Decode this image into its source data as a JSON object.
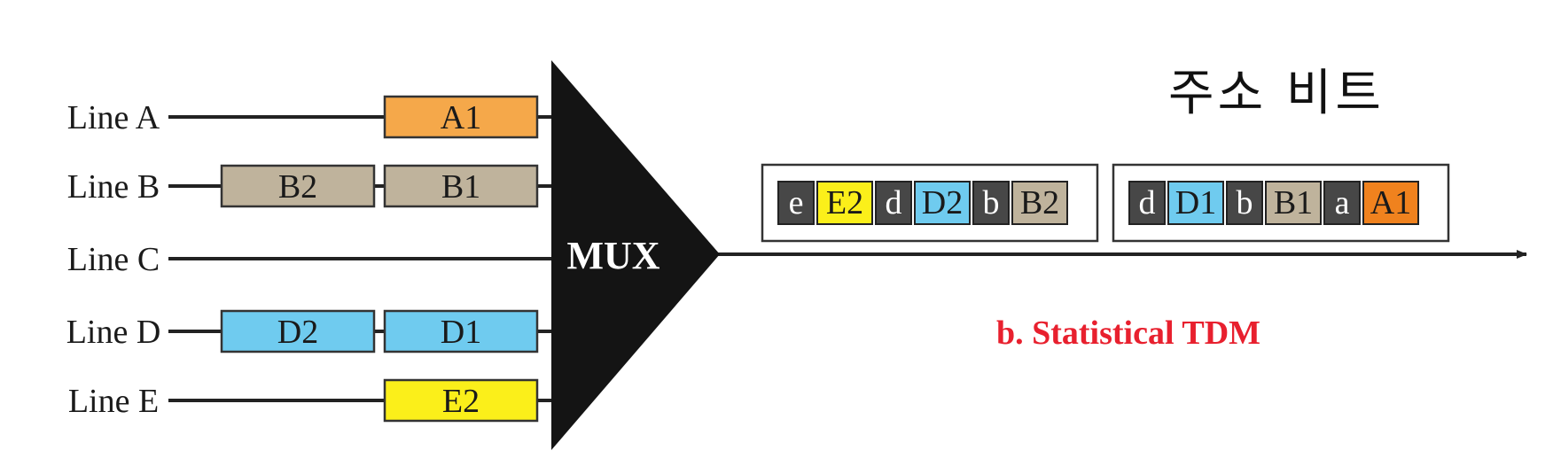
{
  "colors": {
    "line": "#222222",
    "mux": "#141414",
    "address_slot": "#474747",
    "A": "#F5A84A",
    "B": "#BFB39C",
    "D": "#6FCBEF",
    "E": "#FBEF1A",
    "A_output": "#F0821E",
    "caption": "#E8202E"
  },
  "lines": [
    {
      "label": "Line A",
      "units": [
        {
          "text": "A1",
          "color_key": "A"
        }
      ]
    },
    {
      "label": "Line B",
      "units": [
        {
          "text": "B2",
          "color_key": "B"
        },
        {
          "text": "B1",
          "color_key": "B"
        }
      ]
    },
    {
      "label": "Line C",
      "units": []
    },
    {
      "label": "Line D",
      "units": [
        {
          "text": "D2",
          "color_key": "D"
        },
        {
          "text": "D1",
          "color_key": "D"
        }
      ]
    },
    {
      "label": "Line E",
      "units": [
        {
          "text": "E2",
          "color_key": "E"
        }
      ]
    }
  ],
  "mux_label": "MUX",
  "frames": [
    {
      "slots": [
        {
          "address": "e",
          "data": "E2",
          "color_key": "E"
        },
        {
          "address": "d",
          "data": "D2",
          "color_key": "D"
        },
        {
          "address": "b",
          "data": "B2",
          "color_key": "B"
        }
      ]
    },
    {
      "slots": [
        {
          "address": "d",
          "data": "D1",
          "color_key": "D"
        },
        {
          "address": "b",
          "data": "B1",
          "color_key": "B"
        },
        {
          "address": "a",
          "data": "A1",
          "color_key": "A_output"
        }
      ]
    }
  ],
  "caption": "b. Statistical TDM",
  "annotation": "주소 비트"
}
